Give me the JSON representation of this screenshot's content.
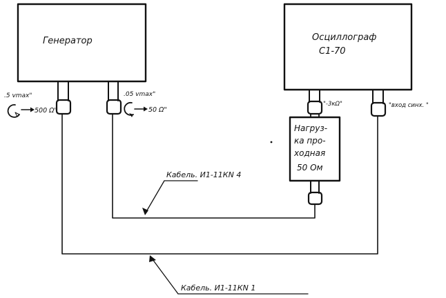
{
  "generator": {
    "title": "Генератор",
    "left_output": {
      "level": ".5 vmax\"",
      "impedance": "500 Ω\""
    },
    "right_output": {
      "level": ".05 vmax\"",
      "impedance": "50 Ω\""
    }
  },
  "oscilloscope": {
    "title_line1": "Осциллограф",
    "title_line2": "С1-70",
    "left_input": "\"-3кΩ\"",
    "right_input": "\"вход синх. \""
  },
  "load": {
    "line1": "Нагруз-",
    "line2": "ка про-",
    "line3": "ходная",
    "line4": "50 Ом"
  },
  "cables": {
    "cable_4": "Кабель. И1-11КN 4",
    "cable_1": "Кабель. И1-11КN 1"
  }
}
